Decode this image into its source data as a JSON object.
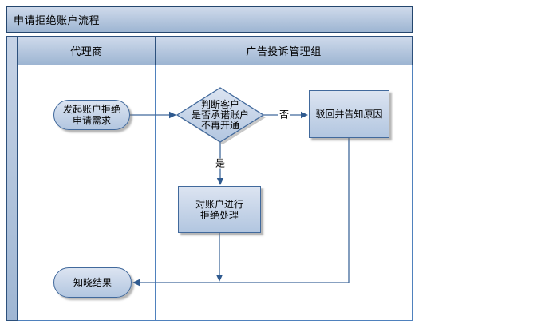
{
  "title": "申请拒绝账户流程",
  "swimlanes": {
    "lane1": "代理商",
    "lane2": "广告投诉管理组"
  },
  "nodes": {
    "start": "发起账户拒绝\n申请需求",
    "decision": "判断客户\n是否承诺账户\n不再开通",
    "reject": "驳回并告知原因",
    "process": "对账户进行\n拒绝处理",
    "end": "知晓结果"
  },
  "edges": [
    {
      "from": "start",
      "to": "decision",
      "label": ""
    },
    {
      "from": "decision",
      "to": "reject",
      "label": "否"
    },
    {
      "from": "decision",
      "to": "process",
      "label": "是"
    },
    {
      "from": "process",
      "to": "end",
      "label": ""
    },
    {
      "from": "reject",
      "to": "end",
      "label": ""
    }
  ],
  "colors": {
    "header_fill_top": "#cfdaeb",
    "header_fill_bottom": "#9db5d2",
    "header_border": "#2c507c",
    "shape_fill_top": "#dce4f1",
    "shape_fill_bottom": "#b2c6e0",
    "shape_border": "#41699c",
    "connector": "#41699c",
    "lane_line": "#4f81bd"
  }
}
